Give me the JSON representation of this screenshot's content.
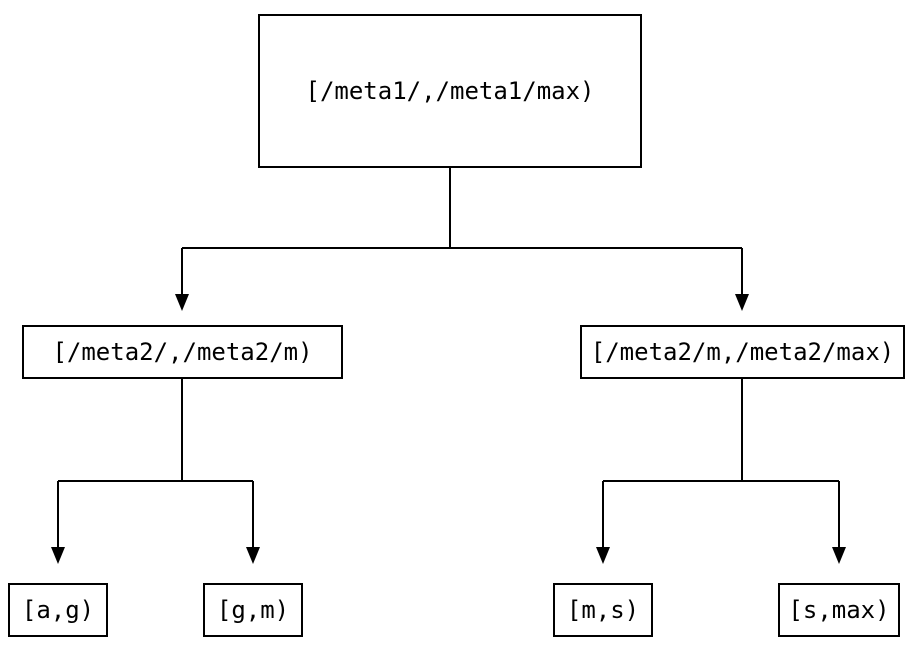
{
  "diagram": {
    "type": "tree",
    "nodes": {
      "root": {
        "label": "[/meta1/,/meta1/max)"
      },
      "level1_left": {
        "label": "[/meta2/,/meta2/m)"
      },
      "level1_right": {
        "label": "[/meta2/m,/meta2/max)"
      },
      "leaf_ag": {
        "label": "[a,g)"
      },
      "leaf_gm": {
        "label": "[g,m)"
      },
      "leaf_ms": {
        "label": "[m,s)"
      },
      "leaf_smax": {
        "label": "[s,max)"
      }
    },
    "edges": [
      {
        "from": "root",
        "to": "level1_left"
      },
      {
        "from": "root",
        "to": "level1_right"
      },
      {
        "from": "level1_left",
        "to": "leaf_ag"
      },
      {
        "from": "level1_left",
        "to": "leaf_gm"
      },
      {
        "from": "level1_right",
        "to": "leaf_ms"
      },
      {
        "from": "level1_right",
        "to": "leaf_smax"
      }
    ],
    "colors": {
      "line": "#000000",
      "box_border": "#000000",
      "text": "#000000",
      "background": "#ffffff"
    }
  }
}
